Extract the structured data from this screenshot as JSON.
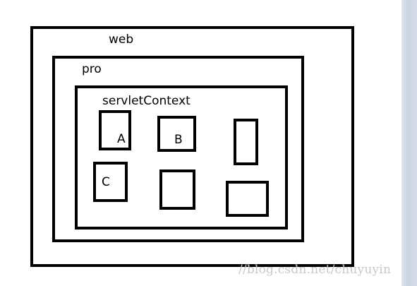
{
  "diagram": {
    "outer": {
      "label": "web"
    },
    "middle": {
      "label": "pro"
    },
    "inner": {
      "label": "servletContext"
    },
    "cells": [
      {
        "label": "A"
      },
      {
        "label": "B"
      },
      {
        "label": ""
      },
      {
        "label": "C"
      },
      {
        "label": ""
      },
      {
        "label": ""
      }
    ]
  },
  "watermark": "//blog.csdn.net/chuyuyin",
  "colors": {
    "stroke": "#000000",
    "background": "#ffffff",
    "watermark": "#c8c8c8"
  }
}
